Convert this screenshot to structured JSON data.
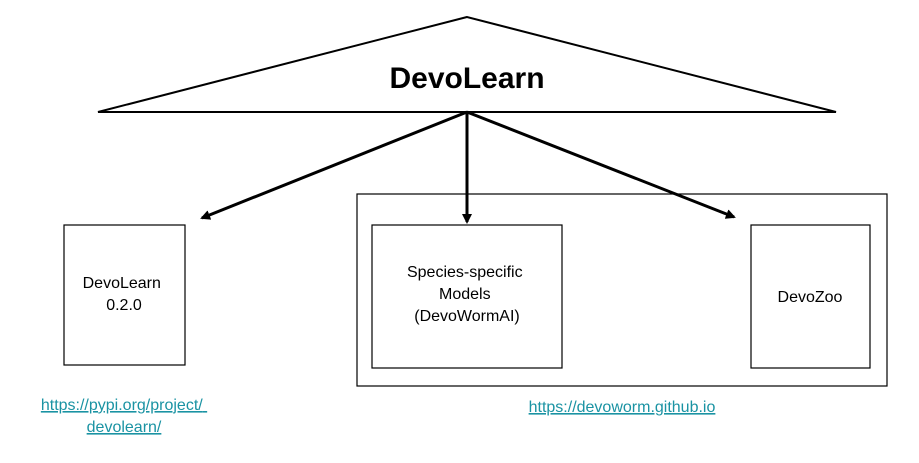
{
  "title": "DevoLearn",
  "nodes": {
    "devolearn_version": {
      "lines": [
        "DevoLearn",
        "0.2.0"
      ]
    },
    "species_models": {
      "lines": [
        "Species-specific",
        "Models",
        "(DevoWormAI)"
      ]
    },
    "devozoo": {
      "lines": [
        "DevoZoo"
      ]
    }
  },
  "links": {
    "pypi": {
      "lines": [
        "https://pypi.org/project/",
        "devolearn/"
      ]
    },
    "devoworm": {
      "lines": [
        "https://devoworm.github.io"
      ]
    }
  },
  "colors": {
    "line": "#000000",
    "link": "#1a93a3",
    "background": "#ffffff"
  }
}
